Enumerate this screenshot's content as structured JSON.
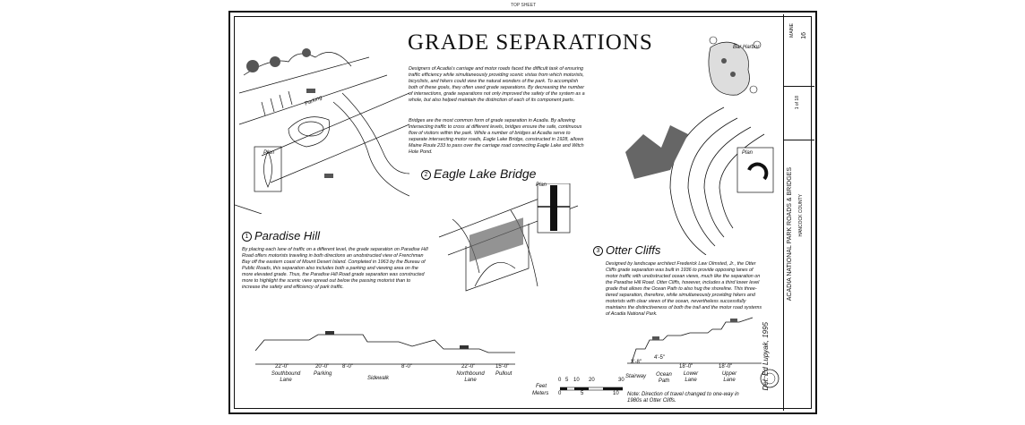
{
  "sheet": {
    "title": "GRADE SEPARATIONS",
    "top_mark": "TOP SHEET",
    "side_credit": "Del. Ed Lupyak, 1995",
    "title_block": {
      "project": "ACADIA NATIONAL PARK ROADS & BRIDGES",
      "county": "HANCOCK COUNTY",
      "state": "MAINE",
      "sheet_number": "16",
      "sheet_of": "1 of 18"
    }
  },
  "intro": {
    "p1": "Designers of Acadia's carriage and motor roads faced the difficult task of ensuring traffic efficiency while simultaneously providing scenic vistas from which motorists, bicyclists, and hikers could view the natural wonders of the park. To accomplish both of these goals, they often used grade separations. By decreasing the number of intersections, grade separations not only improved the safety of the system as a whole, but also helped maintain the distinction of each of its component parts.",
    "p2": "Bridges are the most common form of grade separation in Acadia. By allowing intersecting traffic to cross at different levels, bridges ensure the safe, continuous flow of visitors within the park. While a number of bridges at Acadia serve to separate intersecting motor roads, Eagle Lake Bridge, constructed in 1928, allows Maine Route 233 to pass over the carriage road connecting Eagle Lake and Witch Hole Pond."
  },
  "sections": {
    "paradise": {
      "num": "1",
      "title": "Paradise Hill",
      "plan_label": "Plan",
      "parking_label": "Parking",
      "text": "By placing each lane of traffic on a different level, the grade separation on Paradise Hill Road offers motorists traveling in both directions an unobstructed view of Frenchman Bay off the eastern coast of Mount Desert Island. Completed in 1963 by the Bureau of Public Roads, this separation also includes both a parking and viewing area on the more elevated grade. Thus, the Paradise Hill Road grade separation was constructed more to highlight the scenic view spread out below the passing motorist than to increase the safety and efficiency of park traffic."
    },
    "eagle": {
      "num": "2",
      "title": "Eagle Lake Bridge",
      "plan_label": "Plan"
    },
    "otter": {
      "num": "3",
      "title": "Otter Cliffs",
      "plan_label": "Plan",
      "text": "Designed by landscape architect Frederick Law Olmsted, Jr., the Otter Cliffs grade separation was built in 1936 to provide opposing lanes of motor traffic with unobstructed ocean views, much like the separation on the Paradise Hill Road. Otter Cliffs, however, includes a third lower level grade that allows the Ocean Path to also hug the shoreline. This three-tiered separation, therefore, while simultaneously providing hikers and motorists with clear views of the ocean, nevertheless successfully maintains the distinctiveness of both the trail and the motor road systems of Acadia National Park."
    },
    "bar_harbor": {
      "label": "Bar Harbor"
    }
  },
  "section_left": {
    "dims": [
      "22'-0\"",
      "20'-0\"",
      "8'-0\"",
      "8'-0\"",
      "22'-0\"",
      "15'-0\""
    ],
    "labels": [
      "Southbound Lane",
      "Parking",
      "Sidewalk",
      "Northbound Lane",
      "Pullout"
    ]
  },
  "section_right": {
    "dims": [
      "3'-8\"",
      "4'-5\"",
      "18'-0\"",
      "18'-0\""
    ],
    "labels": [
      "Stairway",
      "Ocean Path",
      "Lower Lane",
      "Upper Lane"
    ]
  },
  "scale": {
    "feet_label": "Feet",
    "meters_label": "Meters",
    "feet_ticks": [
      "0",
      "5",
      "10",
      "20",
      "30"
    ],
    "meter_ticks": [
      "0",
      "5",
      "10"
    ]
  },
  "note": "Note: Direction of travel changed to one-way in 1980s at Otter Cliffs."
}
